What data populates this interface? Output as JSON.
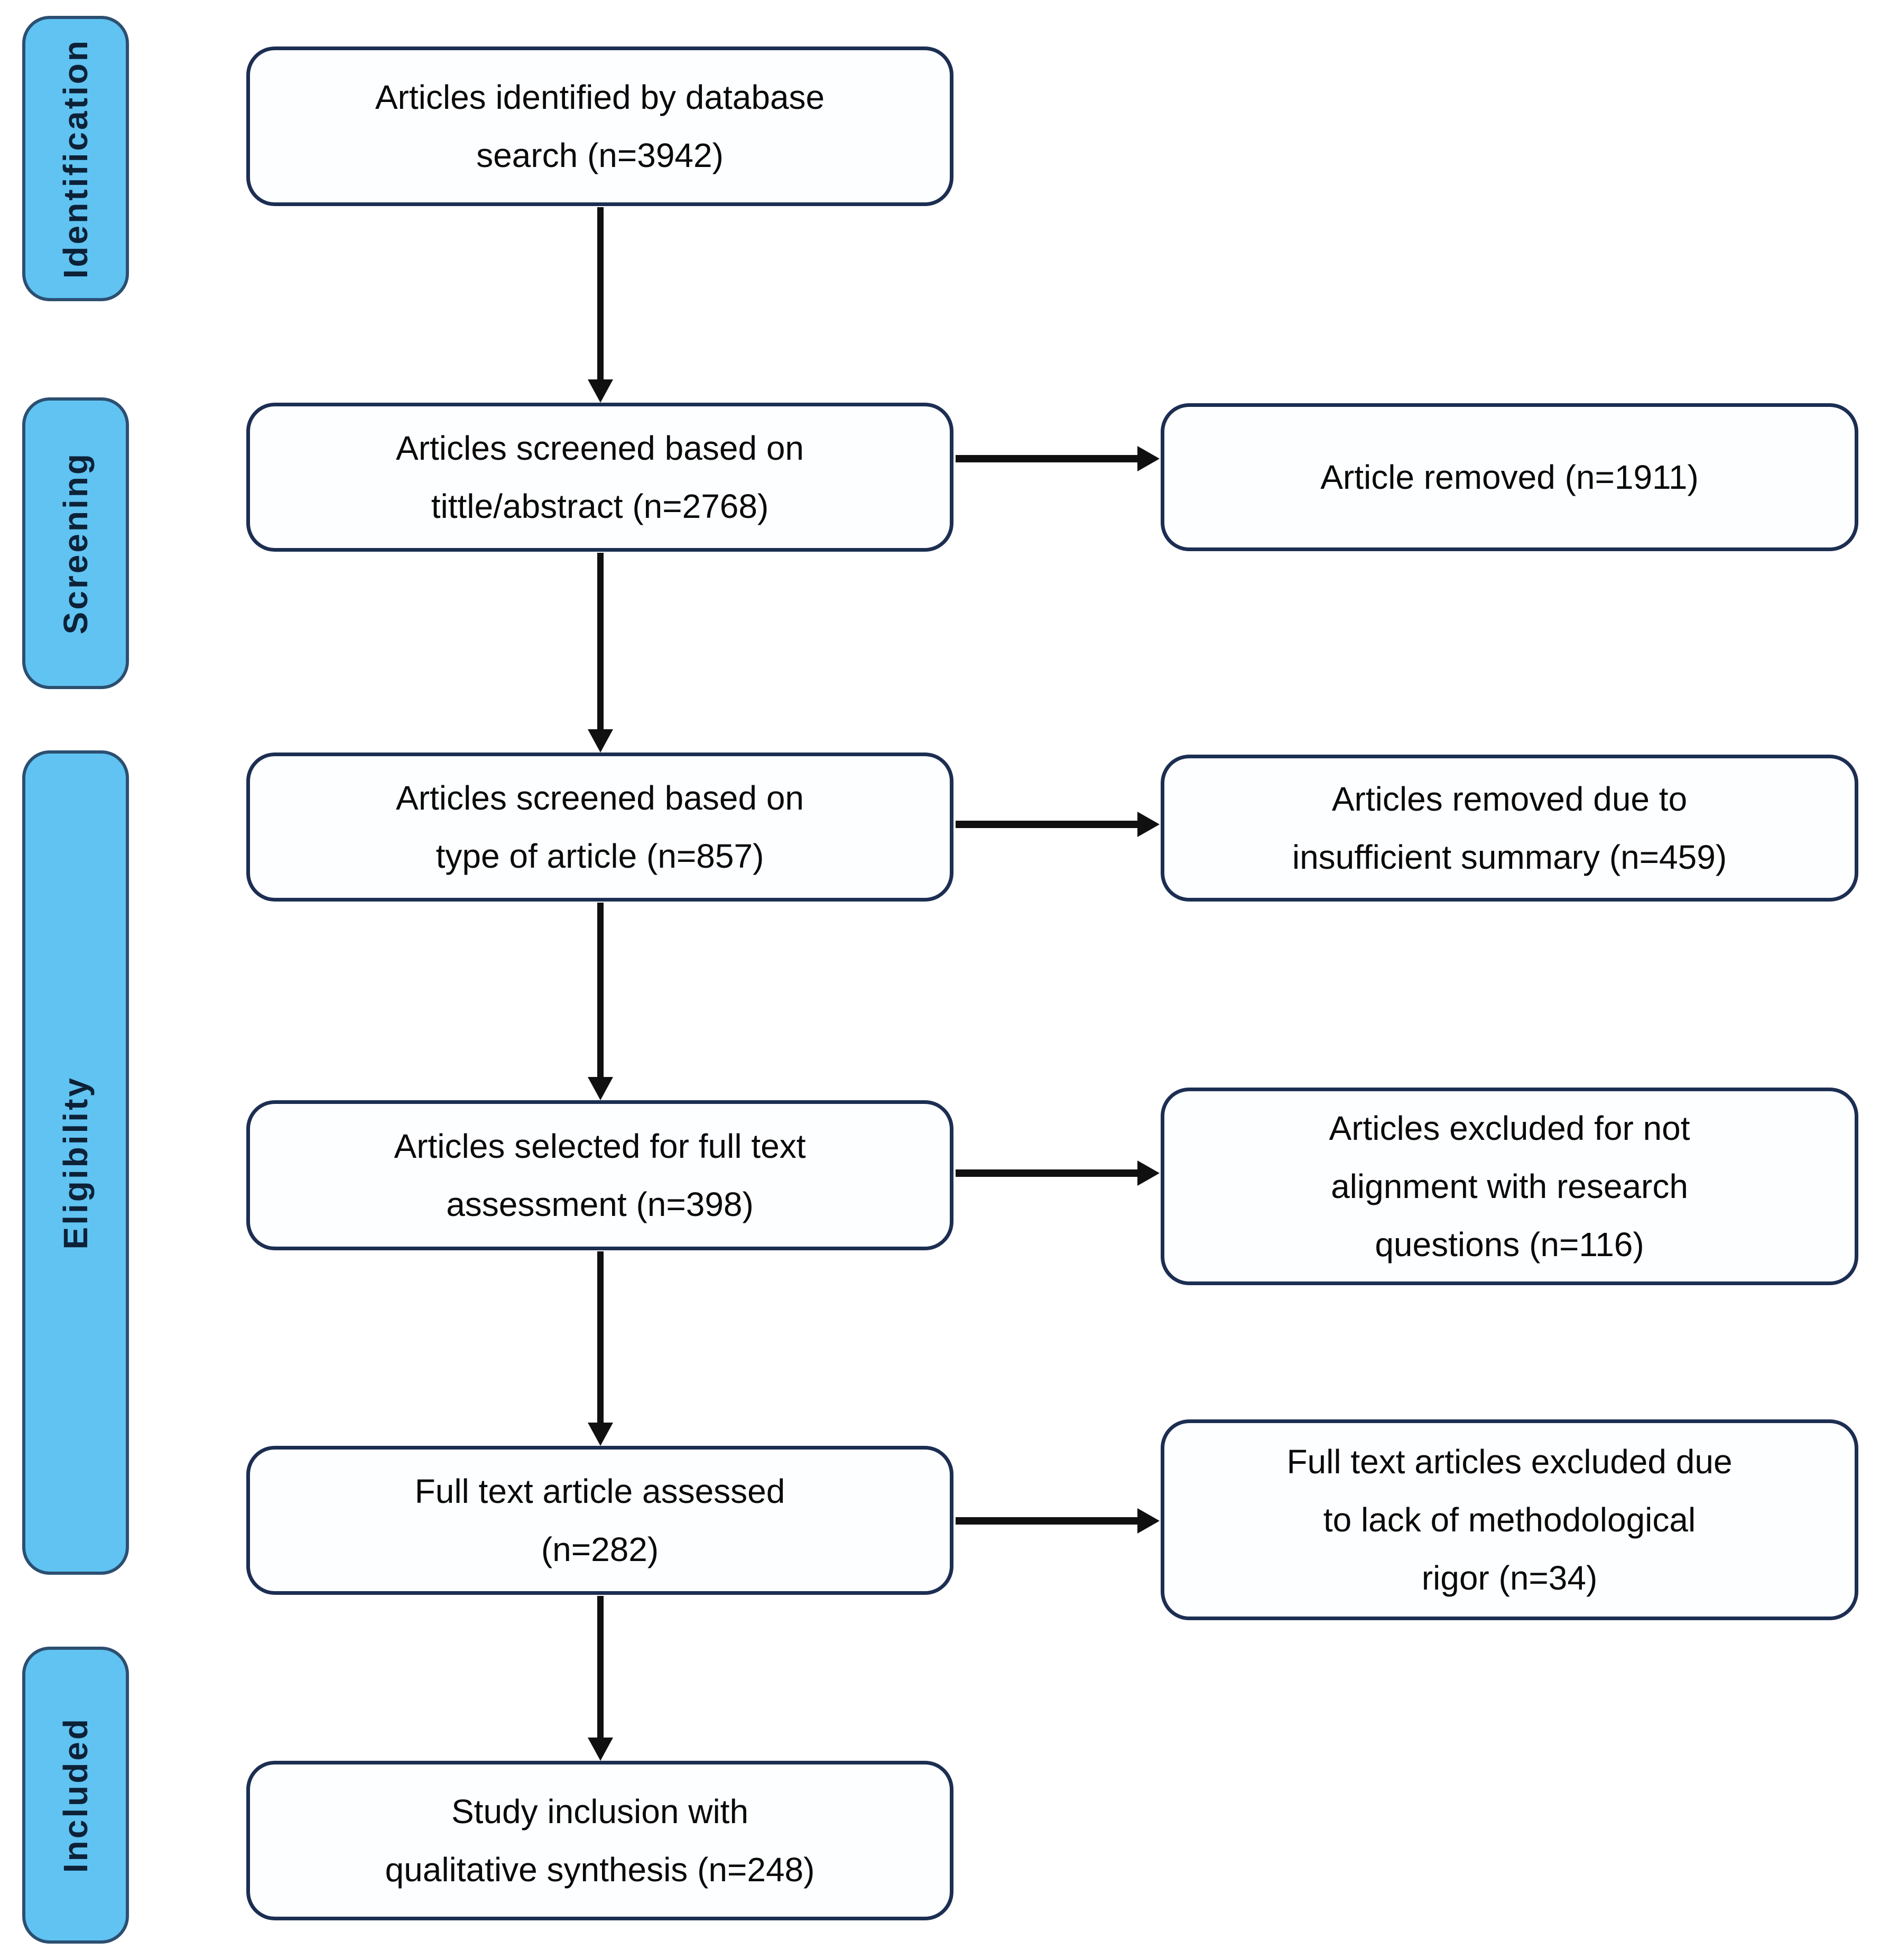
{
  "figure": {
    "type": "prisma-flow-diagram",
    "stages": [
      {
        "label": "Identification"
      },
      {
        "label": "Screening"
      },
      {
        "label": "Eligibility"
      },
      {
        "label": "Included"
      }
    ],
    "main_boxes": [
      {
        "label": "Articles identified by database\nsearch (n=3942)",
        "n": 3942
      },
      {
        "label": "Articles screened based on\ntittle/abstract (n=2768)",
        "n": 2768
      },
      {
        "label": "Articles screened based on\ntype of article (n=857)",
        "n": 857
      },
      {
        "label": "Articles selected for full text\nassessment (n=398)",
        "n": 398
      },
      {
        "label": "Full text article assessed\n(n=282)",
        "n": 282
      },
      {
        "label": "Study inclusion with\nqualitative synthesis (n=248)",
        "n": 248
      }
    ],
    "side_boxes": [
      {
        "label": "Article removed (n=1911)",
        "n": 1911
      },
      {
        "label": "Articles removed due to\ninsufficient summary (n=459)",
        "n": 459
      },
      {
        "label": "Articles excluded for not\nalignment with research\nquestions (n=116)",
        "n": 116
      },
      {
        "label": "Full text articles excluded due\nto lack of methodological\nrigor (n=34)",
        "n": 34
      }
    ],
    "colors": {
      "stage_fill": "#60C3F2",
      "stage_border": "#2C4F71",
      "stage_text": "#0D2137",
      "box_fill": "#FDFEFF",
      "box_border": "#1C2E52",
      "box_text": "#0A0A0A",
      "arrow": "#101010"
    }
  }
}
